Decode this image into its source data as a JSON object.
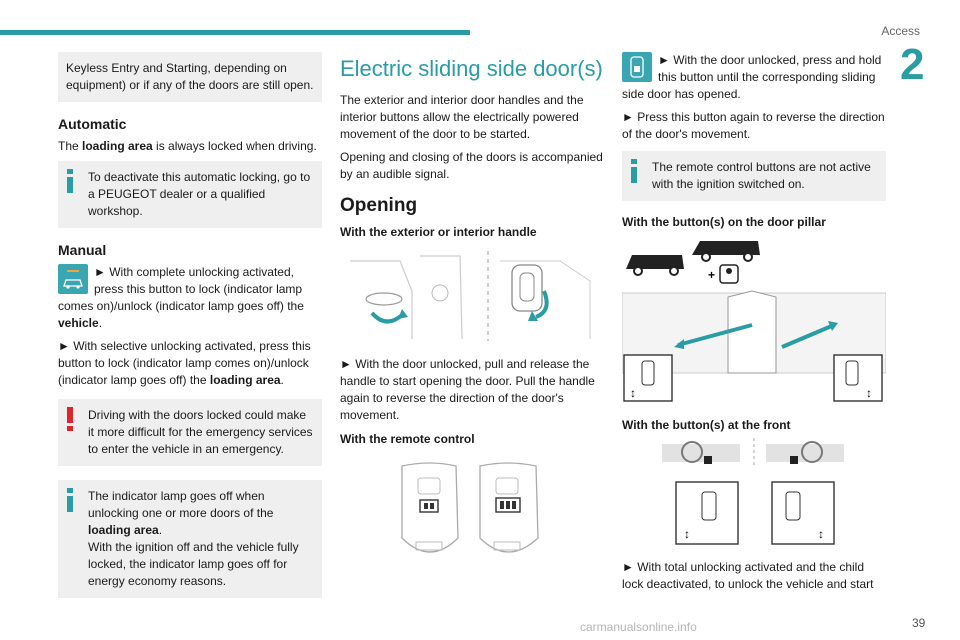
{
  "header": {
    "section": "Access",
    "chapter": "2",
    "page": "39"
  },
  "watermark": "carmanualsonline.info",
  "col1": {
    "box_keyless": "Keyless Entry and Starting, depending on equipment) or if any of the doors are still open.",
    "automatic": {
      "title": "Automatic",
      "text_pre": "The ",
      "text_bold": "loading area",
      "text_post": " is always locked when driving.",
      "info": "To deactivate this automatic locking, go to a PEUGEOT dealer or a qualified workshop."
    },
    "manual": {
      "title": "Manual",
      "p1_pre": "► With complete unlocking activated, press this button to lock (indicator lamp comes on)/unlock (indicator lamp goes off) the ",
      "p1_bold": "vehicle",
      "p1_post": ".",
      "p2_pre": "► With selective unlocking activated, press this button to lock (indicator lamp comes on)/unlock (indicator lamp goes off) the ",
      "p2_bold": "loading area",
      "p2_post": ".",
      "warning": "Driving with the doors locked could make it more difficult for the emergency services to enter the vehicle in an emergency.",
      "info_pre": "The indicator lamp goes off when unlocking one or more doors of the ",
      "info_bold": "loading area",
      "info_post": ".",
      "info2": "With the ignition off and the vehicle fully locked, the indicator lamp goes off for energy economy reasons."
    }
  },
  "col2": {
    "title": "Electric sliding side door(s)",
    "intro1": "The exterior and interior door handles and the interior buttons allow the electrically powered movement of the door to be started.",
    "intro2": "Opening and closing of the doors is accompanied by an audible signal.",
    "opening": "Opening",
    "handle_title": "With the exterior or interior handle",
    "handle_text": "► With the door unlocked, pull and release the handle to start opening the door. Pull the handle again to reverse the direction of the door's movement.",
    "remote_title": "With the remote control"
  },
  "col3": {
    "p1": "► With the door unlocked, press and hold this button until the corresponding sliding side door has opened.",
    "p2": "► Press this button again to reverse the direction of the door's movement.",
    "info": "The remote control buttons are not active with the ignition switched on.",
    "pillar_title": "With the button(s) on the door pillar",
    "front_title": "With the button(s) at the front",
    "p3": "► With total unlocking activated and the child lock deactivated, to unlock the vehicle and start"
  },
  "colors": {
    "accent": "#2a9ca4",
    "warning": "#e0242b",
    "box": "#efefef"
  }
}
